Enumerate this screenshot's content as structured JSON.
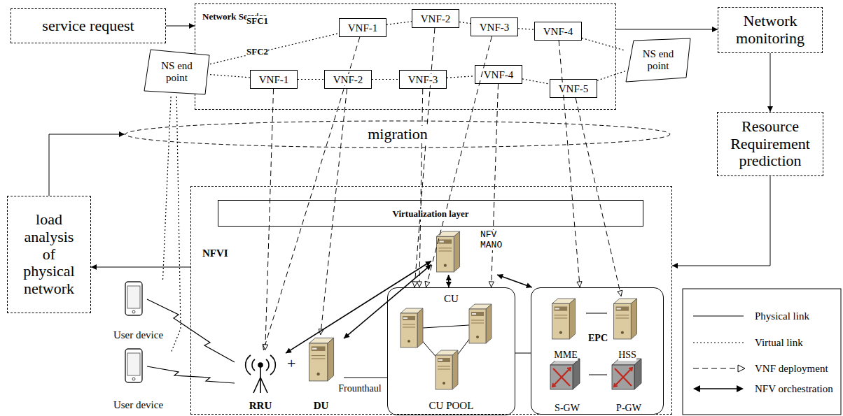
{
  "diagram": {
    "nodes": [
      {
        "text": [
          "service request"
        ]
      },
      {
        "text": [
          "Network Service"
        ]
      },
      {
        "text": [
          "VNF-1"
        ],
        "in": 1
      },
      {
        "text": [
          "VNF-2"
        ],
        "in": 1
      },
      {
        "text": [
          "VNF-3"
        ],
        "in": 1
      },
      {
        "text": [
          "VNF-4"
        ],
        "in": 1
      },
      {
        "text": [
          "NS end point"
        ]
      },
      {
        "text": [
          "VNF-1"
        ],
        "in": 1
      },
      {
        "text": [
          "VNF-2"
        ],
        "in": 1
      },
      {
        "text": [
          "VNF-3"
        ],
        "in": 1
      },
      {
        "text": [
          "VNF-4"
        ],
        "in": 1
      },
      {
        "text": [
          "VNF-5"
        ],
        "in": 1
      },
      {
        "text": [
          "NS end point"
        ]
      },
      {
        "text": [
          "Network monitoring"
        ]
      },
      {
        "text": [
          "Resource Requirement prediction"
        ]
      },
      {
        "text": [
          "migration"
        ]
      },
      {
        "text": [
          "load analysis of physical network"
        ]
      },
      {
        "text": [
          "NFVI"
        ]
      },
      {
        "text": [
          "Virtualization layer"
        ],
        "in": 17
      },
      {
        "text": [
          "NFV MANO"
        ],
        "in": 17
      },
      {
        "text": [
          "User device"
        ]
      },
      {
        "text": [
          "User device"
        ]
      },
      {
        "text": [
          "RRU"
        ],
        "in": 17
      },
      {
        "text": [
          "DU"
        ],
        "in": 17
      },
      {
        "text": [
          "CU",
          "CU POOL"
        ],
        "in": 17
      },
      {
        "text": [
          "EPC"
        ],
        "in": 17
      },
      {
        "text": [
          "MME"
        ],
        "in": 25
      },
      {
        "text": [
          "HSS"
        ],
        "in": 25
      },
      {
        "text": [
          "S-GW"
        ],
        "in": 25
      },
      {
        "text": [
          "P-GW"
        ],
        "in": 25
      }
    ],
    "edges": [
      {
        "from": 0,
        "to": 1,
        "arrow": "to"
      },
      {
        "from": 1,
        "to": 13,
        "arrow": "to"
      },
      {
        "from": 13,
        "to": 14,
        "arrow": "to"
      },
      {
        "from": 14,
        "to": 17,
        "arrow": "to"
      },
      {
        "from": 17,
        "to": 16,
        "arrow": "to"
      },
      {
        "from": 16,
        "to": 15,
        "arrow": "to"
      },
      {
        "from": 6,
        "to": 2,
        "arrow": "none"
      },
      {
        "from": 2,
        "to": 3,
        "arrow": "none"
      },
      {
        "from": 3,
        "to": 4,
        "arrow": "none"
      },
      {
        "from": 4,
        "to": 5,
        "arrow": "none"
      },
      {
        "from": 5,
        "to": 12,
        "arrow": "none"
      },
      {
        "from": 6,
        "to": 7,
        "arrow": "none"
      },
      {
        "from": 7,
        "to": 8,
        "arrow": "none"
      },
      {
        "from": 8,
        "to": 9,
        "arrow": "none"
      },
      {
        "from": 9,
        "to": 10,
        "arrow": "none"
      },
      {
        "from": 10,
        "to": 11,
        "arrow": "none"
      },
      {
        "from": 11,
        "to": 12,
        "arrow": "none"
      },
      {
        "from": 20,
        "to": 6,
        "arrow": "none"
      },
      {
        "from": 21,
        "to": 6,
        "arrow": "none"
      },
      {
        "from": 2,
        "to": 22,
        "arrow": "to"
      },
      {
        "from": 3,
        "to": 24,
        "arrow": "to"
      },
      {
        "from": 4,
        "to": 24,
        "arrow": "to"
      },
      {
        "from": 5,
        "to": 25,
        "arrow": "to"
      },
      {
        "from": 7,
        "to": 22,
        "arrow": "to"
      },
      {
        "from": 8,
        "to": 23,
        "arrow": "to"
      },
      {
        "from": 9,
        "to": 24,
        "arrow": "to"
      },
      {
        "from": 10,
        "to": 24,
        "arrow": "to"
      },
      {
        "from": 11,
        "to": 27,
        "arrow": "to"
      },
      {
        "from": 23,
        "to": 24,
        "label": "Frounthaul",
        "arrow": "none"
      },
      {
        "from": 24,
        "to": 25,
        "arrow": "none"
      },
      {
        "from": 26,
        "to": 27,
        "arrow": "none"
      },
      {
        "from": 28,
        "to": 29,
        "arrow": "none"
      },
      {
        "from": 19,
        "to": 22,
        "arrow": "both"
      },
      {
        "from": 19,
        "to": 23,
        "arrow": "both"
      },
      {
        "from": 19,
        "to": 24,
        "arrow": "both"
      },
      {
        "from": 19,
        "to": 25,
        "arrow": "both"
      }
    ],
    "labels": [
      "SFC1",
      "SFC2",
      "+"
    ],
    "legend": [
      {
        "text": "Physical link"
      },
      {
        "text": "Virtual link"
      },
      {
        "text": "VNF deployment"
      },
      {
        "text": "NFV orchestration"
      }
    ]
  }
}
